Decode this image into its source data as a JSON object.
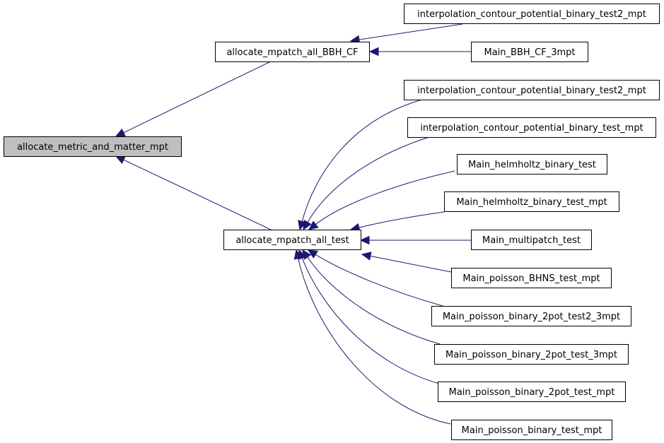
{
  "graph": {
    "nodes": [
      {
        "id": "n0",
        "label": "allocate_metric_and_matter_mpt",
        "highlighted": true
      },
      {
        "id": "n1",
        "label": "allocate_mpatch_all_BBH_CF"
      },
      {
        "id": "n2",
        "label": "allocate_mpatch_all_test"
      },
      {
        "id": "n3",
        "label": "interpolation_contour_potential_binary_test2_mpt"
      },
      {
        "id": "n4",
        "label": "Main_BBH_CF_3mpt"
      },
      {
        "id": "n5",
        "label": "interpolation_contour_potential_binary_test2_mpt"
      },
      {
        "id": "n6",
        "label": "interpolation_contour_potential_binary_test_mpt"
      },
      {
        "id": "n7",
        "label": "Main_helmholtz_binary_test"
      },
      {
        "id": "n8",
        "label": "Main_helmholtz_binary_test_mpt"
      },
      {
        "id": "n9",
        "label": "Main_multipatch_test"
      },
      {
        "id": "n10",
        "label": "Main_poisson_BHNS_test_mpt"
      },
      {
        "id": "n11",
        "label": "Main_poisson_binary_2pot_test2_3mpt"
      },
      {
        "id": "n12",
        "label": "Main_poisson_binary_2pot_test_3mpt"
      },
      {
        "id": "n13",
        "label": "Main_poisson_binary_2pot_test_mpt"
      },
      {
        "id": "n14",
        "label": "Main_poisson_binary_test_mpt"
      }
    ],
    "edges": [
      {
        "from": "n1",
        "to": "n0"
      },
      {
        "from": "n2",
        "to": "n0"
      },
      {
        "from": "n3",
        "to": "n1"
      },
      {
        "from": "n4",
        "to": "n1"
      },
      {
        "from": "n5",
        "to": "n2"
      },
      {
        "from": "n6",
        "to": "n2"
      },
      {
        "from": "n7",
        "to": "n2"
      },
      {
        "from": "n8",
        "to": "n2"
      },
      {
        "from": "n9",
        "to": "n2"
      },
      {
        "from": "n10",
        "to": "n2"
      },
      {
        "from": "n11",
        "to": "n2"
      },
      {
        "from": "n12",
        "to": "n2"
      },
      {
        "from": "n13",
        "to": "n2"
      },
      {
        "from": "n14",
        "to": "n2"
      }
    ],
    "colors": {
      "edge": "#191970",
      "node_border": "#000000",
      "node_fill": "#ffffff",
      "highlight_fill": "#bfbfbf"
    }
  }
}
